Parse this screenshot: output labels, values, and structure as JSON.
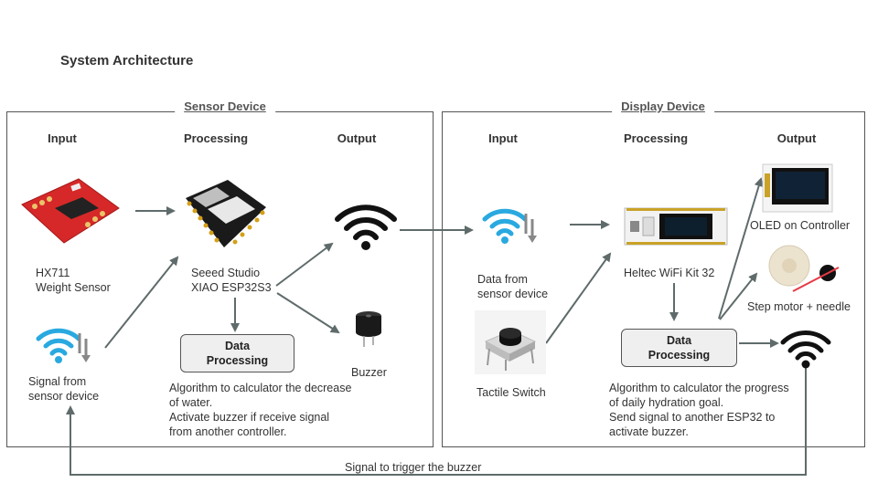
{
  "title": "System Architecture",
  "sensor_device": {
    "title": "Sensor Device",
    "col_input": "Input",
    "col_processing": "Processing",
    "col_output": "Output",
    "hx711_label": "HX711\nWeight Sensor",
    "signal_label": "Signal from\nsensor device",
    "mcu_label": "Seeed Studio\nXIAO ESP32S3",
    "box_label": "Data\nProcessing",
    "algorithm_text": "Algorithm to calculator the decrease of water.\nActivate buzzer if receive signal from another controller.",
    "buzzer_label": "Buzzer"
  },
  "display_device": {
    "title": "Display Device",
    "col_input": "Input",
    "col_processing": "Processing",
    "col_output": "Output",
    "data_label": "Data from\nsensor device",
    "switch_label": "Tactile Switch",
    "mcu_label": "Heltec WiFi Kit 32",
    "box_label": "Data\nProcessing",
    "algorithm_text": "Algorithm to calculator the progress of daily hydration goal.\nSend signal to another ESP32 to activate buzzer.",
    "oled_label": "OLED on Controller",
    "motor_label": "Step motor + needle"
  },
  "bottom_label": "Signal to trigger the buzzer",
  "icons": {
    "wifi_blue": "#29a9e0",
    "arrow_gray": "#7a7a7a",
    "line_color": "#5f6b6b"
  }
}
